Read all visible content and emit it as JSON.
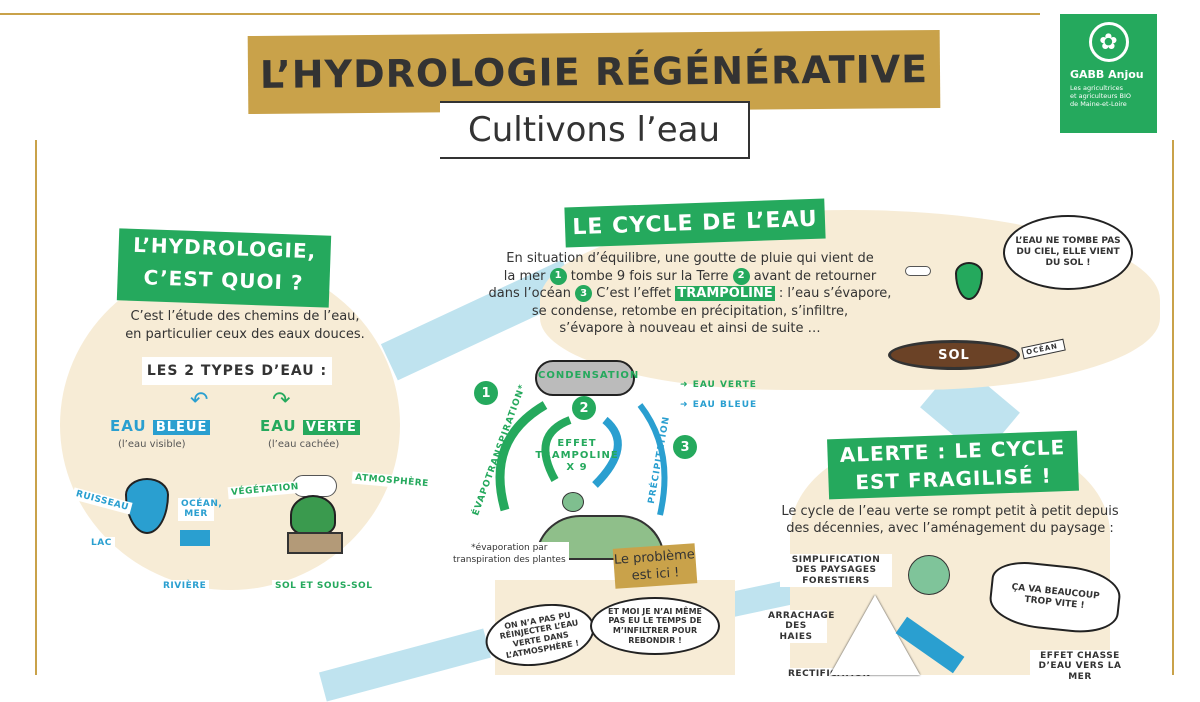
{
  "header": {
    "title": "L’HYDROLOGIE RÉGÉNÉRATIVE",
    "subtitle": "Cultivons l’eau"
  },
  "logo": {
    "name": "GABB Anjou",
    "tagline_1": "Les agricultrices",
    "tagline_2": "et agriculteurs BIO",
    "tagline_3": "de Maine-et-Loire"
  },
  "colors": {
    "gold": "#c9a24a",
    "green": "#25a95d",
    "blue": "#2a9fd0",
    "beige": "#f7ecd6"
  },
  "left": {
    "heading_1": "L’HYDROLOGIE,",
    "heading_2": "C’EST QUOI ?",
    "intro_1": "C’est l’étude des chemins de l’eau,",
    "intro_2": "en particulier ceux des eaux douces.",
    "types_label": "Les 2 types d’eau :",
    "blue": {
      "word": "Eau",
      "tag": "BLEUE",
      "sub": "(l’eau visible)",
      "labels": [
        "Ruisseau",
        "Océan, mer",
        "Lac",
        "Rivière"
      ]
    },
    "green": {
      "word": "Eau",
      "tag": "VERTE",
      "sub": "(l’eau cachée)",
      "labels": [
        "Végétation",
        "Atmosphère",
        "Sol et sous-sol"
      ]
    }
  },
  "cycle": {
    "heading": "LE CYCLE DE L’EAU",
    "p1": "En situation d’équilibre, une goutte de pluie qui vient de",
    "p2a": "la mer",
    "n1": "1",
    "p2b": "tombe 9 fois sur la Terre",
    "n2": "2",
    "p2c": "avant de retourner",
    "p3a": "dans l’océan",
    "n3": "3",
    "p3b": "C’est l’effet",
    "p3tag": "TRAMPOLINE",
    "p3c": ": l’eau s’évapore,",
    "p4": "se condense, retombe en précipitation, s’infiltre,",
    "p5": "s’évapore à nouveau et ainsi de suite …",
    "condensation": "CONDENSATION",
    "evapo": "ÉVAPOTRANSPIRATION*",
    "precip": "PRÉCIPITATION",
    "effet_1": "EFFET",
    "effet_2": "TRAMPOLINE",
    "effet_3": "X 9",
    "legend_green": "EAU VERTE",
    "legend_blue": "EAU BLEUE",
    "footnote_1": "*évaporation par",
    "footnote_2": "transpiration des plantes",
    "problem_1": "Le problème",
    "problem_2": "est ici !",
    "sol": "SOL",
    "ocean_sign": "OCÉAN",
    "bubble_sky": "L’eau ne tombe pas du ciel, elle vient du sol !",
    "bubble_a": "On n’a pas pu réinjecter l’eau verte dans l’atmosphère !",
    "bubble_b": "Et moi je n’ai même pas eu le temps de m’infiltrer pour rebondir !"
  },
  "alert": {
    "heading_1": "ALERTE : LE CYCLE",
    "heading_2": "EST FRAGILISÉ !",
    "p1": "Le cycle de l’eau verte se rompt petit à petit depuis",
    "p2": "des décennies, avec l’aménagement du paysage  :",
    "labels": [
      "Simplification des paysages forestiers",
      "Arrachage des haies",
      "Effet chasse d’eau vers la mer",
      "Rectification"
    ],
    "bubble": "Ça va beaucoup trop vite !"
  }
}
